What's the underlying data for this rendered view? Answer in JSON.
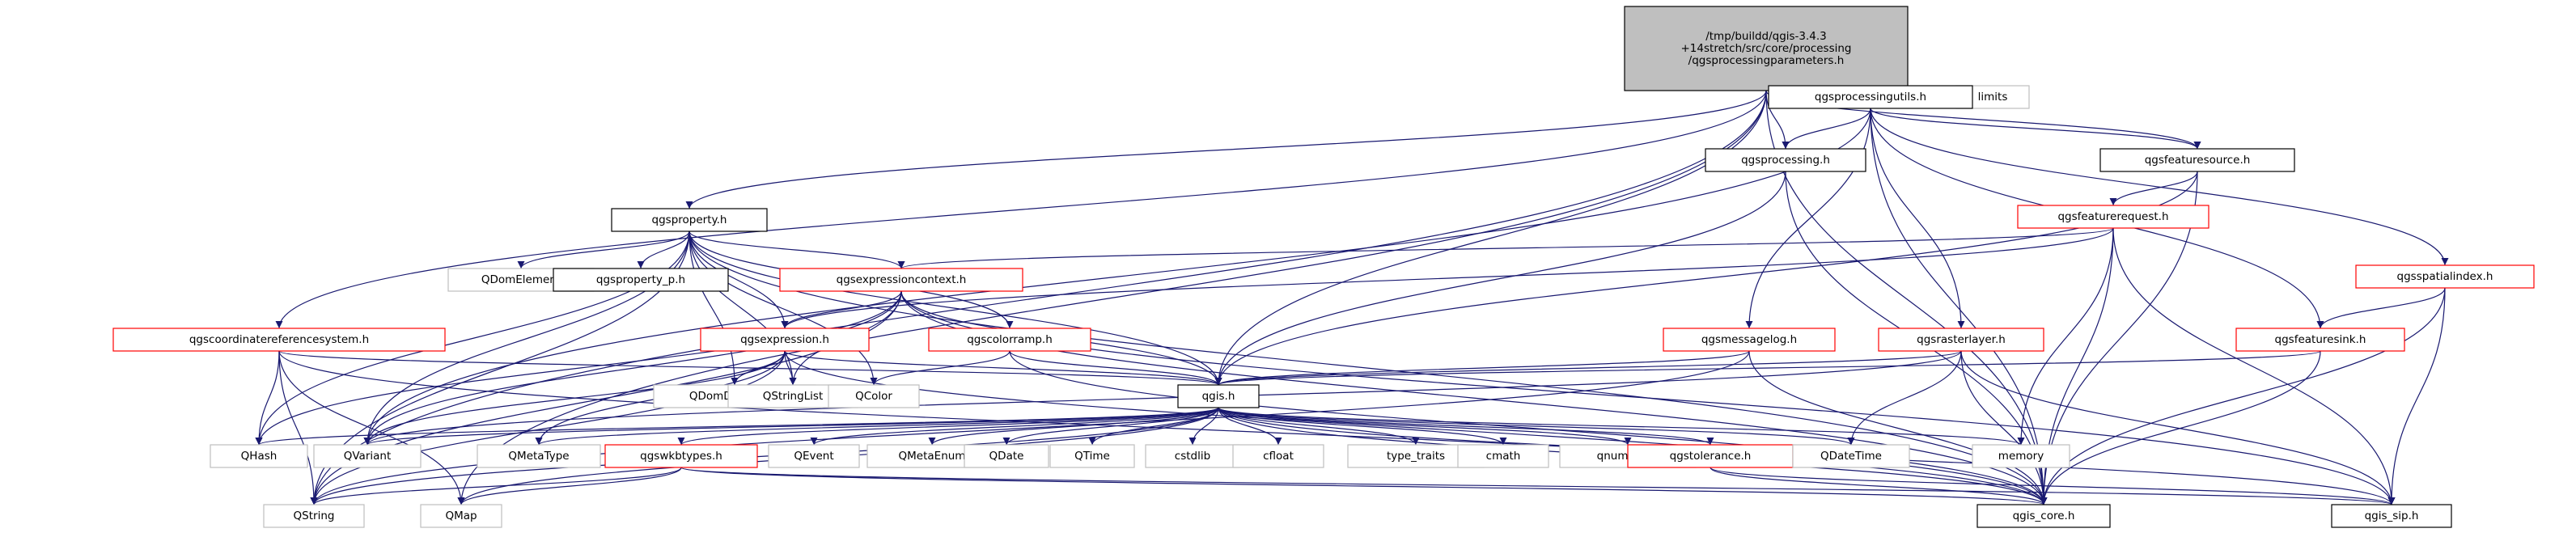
{
  "colors": {
    "node_focus_fill": "#bfbfbf",
    "node_fill": "#ffffff",
    "border_black": "#000000",
    "border_red": "#ff0000",
    "border_gray": "#bfbfbf",
    "edge": "#191970"
  },
  "nodes": [
    {
      "id": "root",
      "lines": [
        "/tmp/buildd/qgis-3.4.3",
        "+14stretch/src/core/processing",
        "/qgsprocessingparameters.h"
      ],
      "style": "focus"
    },
    {
      "id": "limits",
      "lines": [
        "limits"
      ],
      "style": "gray"
    },
    {
      "id": "qgsprocessingutils",
      "lines": [
        "qgsprocessingutils.h"
      ],
      "style": "black"
    },
    {
      "id": "qgsprocessing",
      "lines": [
        "qgsprocessing.h"
      ],
      "style": "black"
    },
    {
      "id": "qgsfeaturesource",
      "lines": [
        "qgsfeaturesource.h"
      ],
      "style": "black"
    },
    {
      "id": "qgsfeaturerequest",
      "lines": [
        "qgsfeaturerequest.h"
      ],
      "style": "red"
    },
    {
      "id": "qgsspatialindex",
      "lines": [
        "qgsspatialindex.h"
      ],
      "style": "red"
    },
    {
      "id": "qgsproperty",
      "lines": [
        "qgsproperty.h"
      ],
      "style": "black"
    },
    {
      "id": "QDomElement",
      "lines": [
        "QDomElement"
      ],
      "style": "gray"
    },
    {
      "id": "qgsproperty_p",
      "lines": [
        "qgsproperty_p.h"
      ],
      "style": "black"
    },
    {
      "id": "qgsexpressioncontext",
      "lines": [
        "qgsexpressioncontext.h"
      ],
      "style": "red"
    },
    {
      "id": "qgscoordinatereferencesystem",
      "lines": [
        "qgscoordinatereferencesystem.h"
      ],
      "style": "red"
    },
    {
      "id": "qgsexpression",
      "lines": [
        "qgsexpression.h"
      ],
      "style": "red"
    },
    {
      "id": "qgscolorramp",
      "lines": [
        "qgscolorramp.h"
      ],
      "style": "red"
    },
    {
      "id": "qgsmessagelog",
      "lines": [
        "qgsmessagelog.h"
      ],
      "style": "red"
    },
    {
      "id": "qgsrasterlayer",
      "lines": [
        "qgsrasterlayer.h"
      ],
      "style": "red"
    },
    {
      "id": "qgsfeaturesink",
      "lines": [
        "qgsfeaturesink.h"
      ],
      "style": "red"
    },
    {
      "id": "QDomDocument",
      "lines": [
        "QDomDocument"
      ],
      "style": "gray"
    },
    {
      "id": "QStringList",
      "lines": [
        "QStringList"
      ],
      "style": "gray"
    },
    {
      "id": "QColor",
      "lines": [
        "QColor"
      ],
      "style": "gray"
    },
    {
      "id": "qgis",
      "lines": [
        "qgis.h"
      ],
      "style": "black"
    },
    {
      "id": "QHash",
      "lines": [
        "QHash"
      ],
      "style": "gray"
    },
    {
      "id": "QVariant",
      "lines": [
        "QVariant"
      ],
      "style": "gray"
    },
    {
      "id": "QMetaType",
      "lines": [
        "QMetaType"
      ],
      "style": "gray"
    },
    {
      "id": "qgswkbtypes",
      "lines": [
        "qgswkbtypes.h"
      ],
      "style": "red"
    },
    {
      "id": "QEvent",
      "lines": [
        "QEvent"
      ],
      "style": "gray"
    },
    {
      "id": "QMetaEnum",
      "lines": [
        "QMetaEnum"
      ],
      "style": "gray"
    },
    {
      "id": "QDate",
      "lines": [
        "QDate"
      ],
      "style": "gray"
    },
    {
      "id": "QTime",
      "lines": [
        "QTime"
      ],
      "style": "gray"
    },
    {
      "id": "cstdlib",
      "lines": [
        "cstdlib"
      ],
      "style": "gray"
    },
    {
      "id": "cfloat",
      "lines": [
        "cfloat"
      ],
      "style": "gray"
    },
    {
      "id": "type_traits",
      "lines": [
        "type_traits"
      ],
      "style": "gray"
    },
    {
      "id": "cmath",
      "lines": [
        "cmath"
      ],
      "style": "gray"
    },
    {
      "id": "qnumeric",
      "lines": [
        "qnumeric.h"
      ],
      "style": "gray"
    },
    {
      "id": "qgstolerance",
      "lines": [
        "qgstolerance.h"
      ],
      "style": "red"
    },
    {
      "id": "QDateTime",
      "lines": [
        "QDateTime"
      ],
      "style": "gray"
    },
    {
      "id": "memory",
      "lines": [
        "memory"
      ],
      "style": "gray"
    },
    {
      "id": "QString",
      "lines": [
        "QString"
      ],
      "style": "gray"
    },
    {
      "id": "QMap",
      "lines": [
        "QMap"
      ],
      "style": "gray"
    },
    {
      "id": "qgis_core",
      "lines": [
        "qgis_core.h"
      ],
      "style": "black"
    },
    {
      "id": "qgis_sip",
      "lines": [
        "qgis_sip.h"
      ],
      "style": "black"
    }
  ],
  "edges": [
    [
      "root",
      "limits"
    ],
    [
      "root",
      "qgsprocessingutils"
    ],
    [
      "root",
      "qgsprocessing"
    ],
    [
      "root",
      "qgsfeaturesource"
    ],
    [
      "root",
      "qgsproperty"
    ],
    [
      "root",
      "qgscoordinatereferencesystem"
    ],
    [
      "root",
      "qgis"
    ],
    [
      "root",
      "qgis_core"
    ],
    [
      "root",
      "QMap"
    ],
    [
      "root",
      "QString"
    ],
    [
      "qgsprocessingutils",
      "qgsprocessing"
    ],
    [
      "qgsprocessingutils",
      "qgsfeaturesource"
    ],
    [
      "qgsprocessingutils",
      "qgsspatialindex"
    ],
    [
      "qgsprocessingutils",
      "qgsmessagelog"
    ],
    [
      "qgsprocessingutils",
      "qgsrasterlayer"
    ],
    [
      "qgsprocessingutils",
      "qgsfeaturesink"
    ],
    [
      "qgsprocessingutils",
      "qgis_core"
    ],
    [
      "qgsprocessingutils",
      "QVariant"
    ],
    [
      "qgsprocessing",
      "qgis"
    ],
    [
      "qgsprocessing",
      "qgis_core"
    ],
    [
      "qgsfeaturesource",
      "qgsfeaturerequest"
    ],
    [
      "qgsfeaturesource",
      "qgis"
    ],
    [
      "qgsfeaturesource",
      "qgis_core"
    ],
    [
      "qgsfeaturerequest",
      "qgsexpressioncontext"
    ],
    [
      "qgsfeaturerequest",
      "qgsexpression"
    ],
    [
      "qgsfeaturerequest",
      "memory"
    ],
    [
      "qgsfeaturerequest",
      "qgis_core"
    ],
    [
      "qgsfeaturerequest",
      "qgis_sip"
    ],
    [
      "qgsspatialindex",
      "qgsfeaturesink"
    ],
    [
      "qgsspatialindex",
      "qgis_core"
    ],
    [
      "qgsspatialindex",
      "qgis_sip"
    ],
    [
      "qgsproperty",
      "QDomElement"
    ],
    [
      "qgsproperty",
      "qgsproperty_p"
    ],
    [
      "qgsproperty",
      "qgsexpressioncontext"
    ],
    [
      "qgsproperty",
      "qgsexpression"
    ],
    [
      "qgsproperty",
      "qgscolorramp"
    ],
    [
      "qgsproperty",
      "QDomDocument"
    ],
    [
      "qgsproperty",
      "QStringList"
    ],
    [
      "qgsproperty",
      "QColor"
    ],
    [
      "qgsproperty",
      "qgis"
    ],
    [
      "qgsproperty",
      "QHash"
    ],
    [
      "qgsproperty",
      "QVariant"
    ],
    [
      "qgsproperty",
      "QString"
    ],
    [
      "qgsproperty",
      "qgis_core"
    ],
    [
      "qgsexpressioncontext",
      "qgsexpression"
    ],
    [
      "qgsexpressioncontext",
      "QStringList"
    ],
    [
      "qgsexpressioncontext",
      "qgis"
    ],
    [
      "qgsexpressioncontext",
      "QHash"
    ],
    [
      "qgsexpressioncontext",
      "QString"
    ],
    [
      "qgsexpressioncontext",
      "QVariant"
    ],
    [
      "qgsexpressioncontext",
      "qgis_core"
    ],
    [
      "qgsexpressioncontext",
      "qgis_sip"
    ],
    [
      "qgscoordinatereferencesystem",
      "qgis"
    ],
    [
      "qgscoordinatereferencesystem",
      "QHash"
    ],
    [
      "qgscoordinatereferencesystem",
      "QString"
    ],
    [
      "qgscoordinatereferencesystem",
      "QMap"
    ],
    [
      "qgscoordinatereferencesystem",
      "qgis_core"
    ],
    [
      "qgsexpression",
      "QDomDocument"
    ],
    [
      "qgsexpression",
      "QStringList"
    ],
    [
      "qgsexpression",
      "qgis"
    ],
    [
      "qgsexpression",
      "QMetaType"
    ],
    [
      "qgsexpression",
      "QVariant"
    ],
    [
      "qgsexpression",
      "QString"
    ],
    [
      "qgsexpression",
      "qgis_core"
    ],
    [
      "qgscolorramp",
      "QColor"
    ],
    [
      "qgscolorramp",
      "qgis"
    ],
    [
      "qgscolorramp",
      "qgis_core"
    ],
    [
      "qgsmessagelog",
      "qgis"
    ],
    [
      "qgsmessagelog",
      "QString"
    ],
    [
      "qgsmessagelog",
      "qgis_core"
    ],
    [
      "qgsrasterlayer",
      "qgis"
    ],
    [
      "qgsrasterlayer",
      "QDateTime"
    ],
    [
      "qgsrasterlayer",
      "QVariant"
    ],
    [
      "qgsrasterlayer",
      "qgis_core"
    ],
    [
      "qgsrasterlayer",
      "qgis_sip"
    ],
    [
      "qgsfeaturesink",
      "qgis"
    ],
    [
      "qgsfeaturesink",
      "qgis_core"
    ],
    [
      "qgis",
      "QHash"
    ],
    [
      "qgis",
      "QVariant"
    ],
    [
      "qgis",
      "QMetaType"
    ],
    [
      "qgis",
      "qgswkbtypes"
    ],
    [
      "qgis",
      "QEvent"
    ],
    [
      "qgis",
      "QMetaEnum"
    ],
    [
      "qgis",
      "QDate"
    ],
    [
      "qgis",
      "QTime"
    ],
    [
      "qgis",
      "cstdlib"
    ],
    [
      "qgis",
      "cfloat"
    ],
    [
      "qgis",
      "type_traits"
    ],
    [
      "qgis",
      "cmath"
    ],
    [
      "qgis",
      "qnumeric"
    ],
    [
      "qgis",
      "qgstolerance"
    ],
    [
      "qgis",
      "QDateTime"
    ],
    [
      "qgis",
      "memory"
    ],
    [
      "qgis",
      "QString"
    ],
    [
      "qgis",
      "QMap"
    ],
    [
      "qgis",
      "qgis_core"
    ],
    [
      "qgis",
      "qgis_sip"
    ],
    [
      "qgswkbtypes",
      "QString"
    ],
    [
      "qgswkbtypes",
      "QMap"
    ],
    [
      "qgswkbtypes",
      "qgis_core"
    ],
    [
      "qgswkbtypes",
      "qgis_sip"
    ],
    [
      "qgstolerance",
      "qgis_core"
    ],
    [
      "qgstolerance",
      "qgis_sip"
    ]
  ]
}
